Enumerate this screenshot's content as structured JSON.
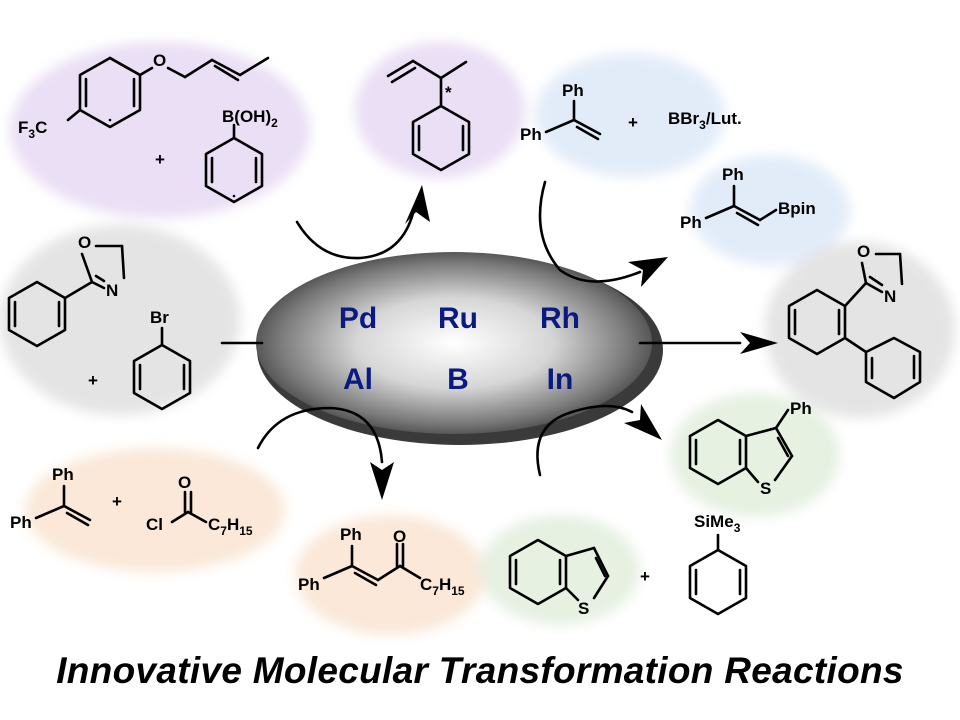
{
  "caption": "Innovative Molecular Transformation Reactions",
  "catalysts": [
    "Pd",
    "Ru",
    "Rh",
    "Al",
    "B",
    "In"
  ],
  "labels": {
    "cf3": "F",
    "cf3_sub": "3",
    "cf3_c": "C",
    "o_ether": "O",
    "boronic": "B(OH)",
    "boronic_sub": "2",
    "plus": "+",
    "star": "*",
    "ph": "Ph",
    "bbr3": "BBr",
    "bbr3_sub": "3",
    "bbr3_tail": "/Lut.",
    "bpin": "Bpin",
    "o": "O",
    "n": "N",
    "br": "Br",
    "s": "S",
    "sime3": "SiMe",
    "sime3_sub": "3",
    "cl": "Cl",
    "c7h15_c": "C",
    "c7h15_a": "7",
    "c7h15_h": "H",
    "c7h15_b": "15"
  },
  "colors": {
    "violet": "#eadff5",
    "blue": "#e2ecf9",
    "gray": "#e4e4e4",
    "orange": "#fbe8d8",
    "green": "#e6f1e2",
    "metal_text": "#0a1a80"
  }
}
